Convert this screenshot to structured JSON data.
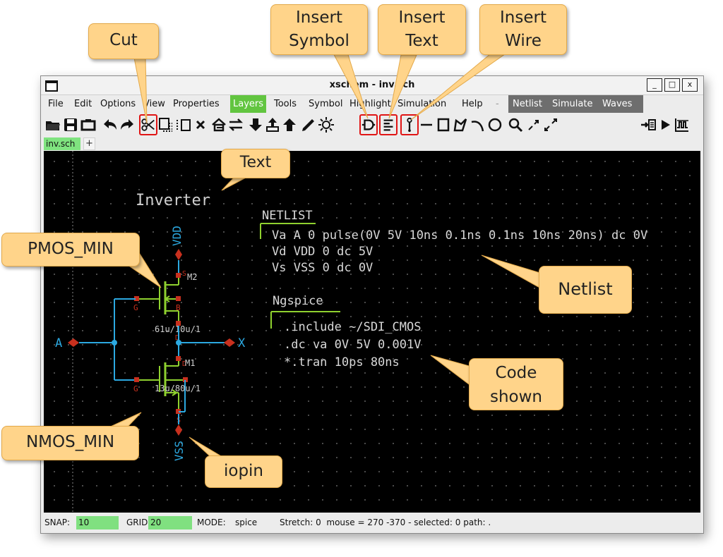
{
  "window": {
    "title": "xschem - inv.sch",
    "buttons": [
      "_",
      "□",
      "x"
    ]
  },
  "menubar": {
    "items": [
      "File",
      "Edit",
      "Options",
      "View",
      "Properties",
      "Layers",
      "Tools",
      "Symbol",
      "Highlight",
      "Simulation",
      "Help",
      "-"
    ],
    "dark_items": [
      "Netlist",
      "Simulate",
      "Waves"
    ]
  },
  "toolbar": {
    "icons": [
      "open-icon",
      "save-icon",
      "reload-icon",
      "undo-icon",
      "redo-icon",
      "cut-icon",
      "copy-icon",
      "paste-icon",
      "delete-icon",
      "move-icon",
      "swap-icon",
      "descend-icon",
      "insert-icon",
      "ascend-icon",
      "draw-icon",
      "brightness-icon",
      "insert-symbol-icon",
      "insert-text-icon",
      "insert-wire-icon",
      "line-icon",
      "rect-icon",
      "polygon-icon",
      "arc-icon",
      "circle-icon",
      "zoom-icon",
      "zoom-in-icon",
      "zoom-out-icon",
      "netlist-icon",
      "simulate-icon",
      "waves-icon"
    ]
  },
  "tabs": {
    "active": "inv.sch",
    "add": "+"
  },
  "schematic": {
    "title": "Inverter",
    "vdd": "VDD",
    "vss": "VSS",
    "in_pin": "A",
    "out_pin": "X",
    "m2": "M2",
    "m1": "M1",
    "m2_size": "61u/10u/1",
    "m1_size": "13u/80u/1",
    "pin_g": "G",
    "pin_b": "B",
    "pin_s": "S",
    "pin_d": "D",
    "netlist_header": "NETLIST",
    "netlist_lines": [
      "Va A 0 pulse(0V 5V 10ns 0.1ns 0.1ns 10ns 20ns) dc 0V",
      "Vd VDD 0 dc 5V",
      "Vs VSS 0 dc 0V"
    ],
    "ngspice_header": "Ngspice",
    "ngspice_lines": [
      ".include ~/SDI_CMOS",
      ".dc va 0V 5V 0.001V",
      "*.tran 10ps 80ns"
    ]
  },
  "statusbar": {
    "snap_label": "SNAP:",
    "snap_value": "10",
    "grid_label": "GRID:",
    "grid_value": "20",
    "mode_label": "MODE:",
    "mode_value": "spice",
    "info": "Stretch: 0  mouse = 270 -370 - selected: 0 path: ."
  },
  "callouts": {
    "cut": "Cut",
    "insert_symbol": [
      "Insert",
      "Symbol"
    ],
    "insert_text": [
      "Insert",
      "Text"
    ],
    "insert_wire": [
      "Insert",
      "Wire"
    ],
    "text": "Text",
    "pmos": "PMOS_MIN",
    "nmos": "NMOS_MIN",
    "netlist": "Netlist",
    "code_shown": [
      "Code",
      "shown"
    ],
    "iopin": "iopin"
  },
  "colors": {
    "wire": "#2ca9e1",
    "device": "#8fd12f",
    "pin": "#c8301e",
    "text": "#d8d8d8",
    "callout_fill": "#ffd48a",
    "highlight": "#e01515"
  }
}
